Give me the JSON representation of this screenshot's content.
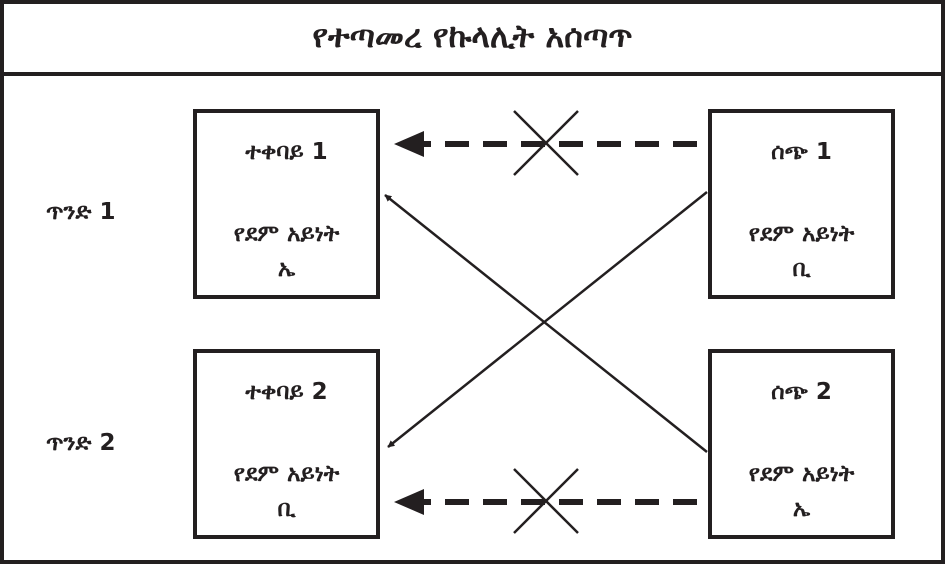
{
  "title": "የተጣመረ የኩላሊት አሰጣጥ",
  "pairs": [
    {
      "label": "ጥንድ 1",
      "recipient": {
        "name": "ተቀባይ 1",
        "blood_type_label": "የደም አይነት",
        "blood_type": "ኤ"
      },
      "donor": {
        "name": "ሰጭ 1",
        "blood_type_label": "የደም አይነት",
        "blood_type": "ቢ"
      }
    },
    {
      "label": "ጥንድ 2",
      "recipient": {
        "name": "ተቀባይ 2",
        "blood_type_label": "የደም አይነት",
        "blood_type": "ቢ"
      },
      "donor": {
        "name": "ሰጭ 2",
        "blood_type_label": "የደም አይነት",
        "blood_type": "ኤ"
      }
    }
  ],
  "colors": {
    "ink": "#231f20",
    "background": "#ffffff"
  },
  "connections": [
    {
      "from": "ሰጭ 1",
      "to": "ተቀባይ 1",
      "style": "dashed",
      "crossed": true
    },
    {
      "from": "ሰጭ 2",
      "to": "ተቀባይ 2",
      "style": "dashed",
      "crossed": true
    },
    {
      "from": "ሰጭ 1",
      "to": "ተቀባይ 2",
      "style": "solid",
      "crossed": false
    },
    {
      "from": "ሰጭ 2",
      "to": "ተቀባይ 1",
      "style": "solid",
      "crossed": false
    }
  ]
}
